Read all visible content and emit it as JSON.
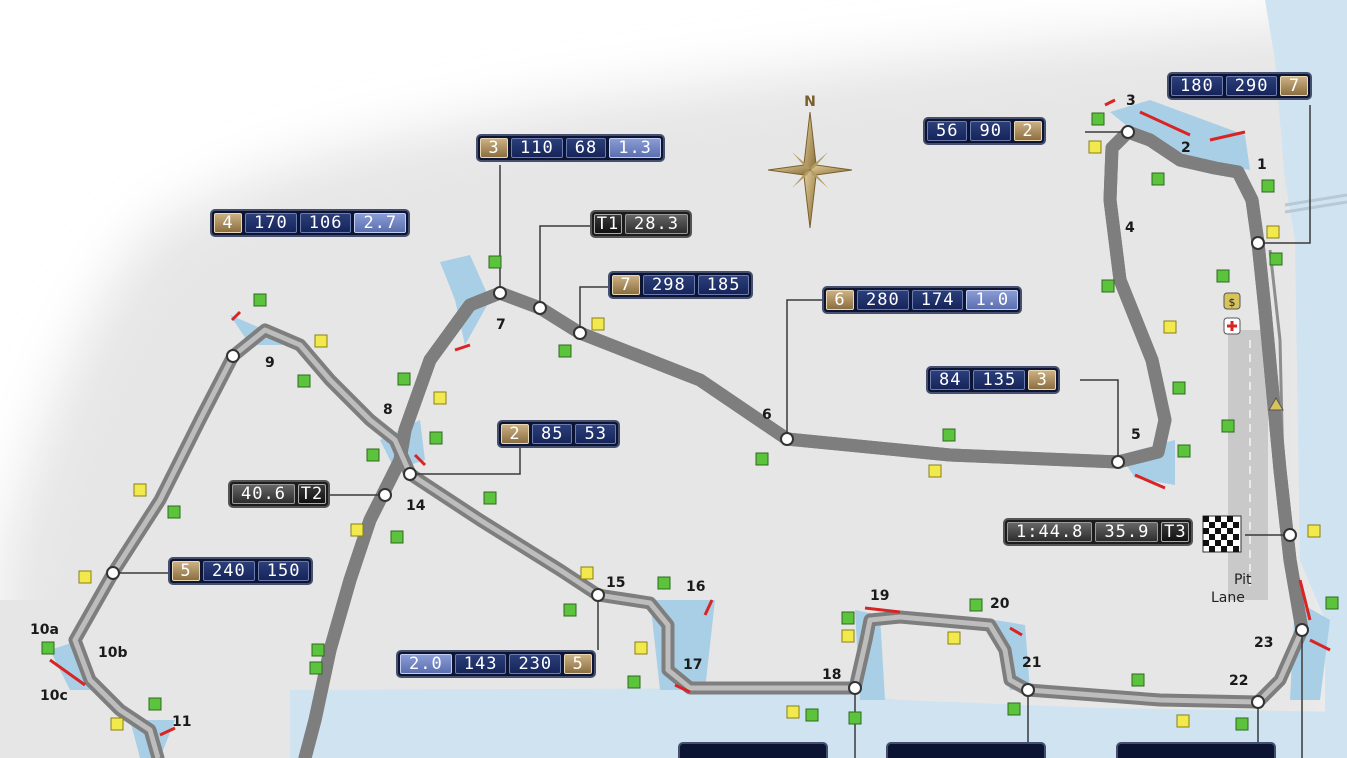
{
  "compass": {
    "label": "N"
  },
  "pit_label_1": "Pit",
  "pit_label_2": "Lane",
  "turns": [
    "1",
    "2",
    "3",
    "4",
    "5",
    "6",
    "7",
    "8",
    "9",
    "10a",
    "10b",
    "10c",
    "11",
    "14",
    "15",
    "16",
    "17",
    "18",
    "19",
    "20",
    "21",
    "22",
    "23"
  ],
  "boxes": {
    "b1": {
      "gear": "7",
      "values": [
        "180",
        "290"
      ]
    },
    "b2": {
      "gear": "2",
      "values": [
        "56",
        "90"
      ]
    },
    "b3": {
      "gear": "3",
      "values": [
        "110",
        "68",
        "1.3"
      ]
    },
    "b4": {
      "gear": "4",
      "values": [
        "170",
        "106",
        "2.7"
      ]
    },
    "bt1": {
      "sector": "T1",
      "values": [
        "28.3"
      ]
    },
    "b7": {
      "gear": "7",
      "values": [
        "298",
        "185"
      ]
    },
    "b6": {
      "gear": "6",
      "values": [
        "280",
        "174",
        "1.0"
      ]
    },
    "b5": {
      "gear": "3",
      "values": [
        "84",
        "135"
      ]
    },
    "b8": {
      "gear": "2",
      "values": [
        "85",
        "53"
      ]
    },
    "bt2": {
      "sector": "T2",
      "values": [
        "40.6"
      ]
    },
    "b9": {
      "gear": "5",
      "values": [
        "240",
        "150"
      ]
    },
    "bt3": {
      "sector": "T3",
      "values": [
        "1:44.8",
        "35.9"
      ]
    },
    "b10": {
      "gear": "5",
      "values": [
        "2.0",
        "143",
        "230"
      ]
    }
  },
  "colors": {
    "land": "#e9e9e9",
    "water": "#cfe3f1",
    "track": "#7e7e7e",
    "kerb": "#d92424",
    "runoff": "#a9cfe6",
    "marshal_green": "#5bc33c",
    "marshal_yellow": "#f2ea4c"
  }
}
